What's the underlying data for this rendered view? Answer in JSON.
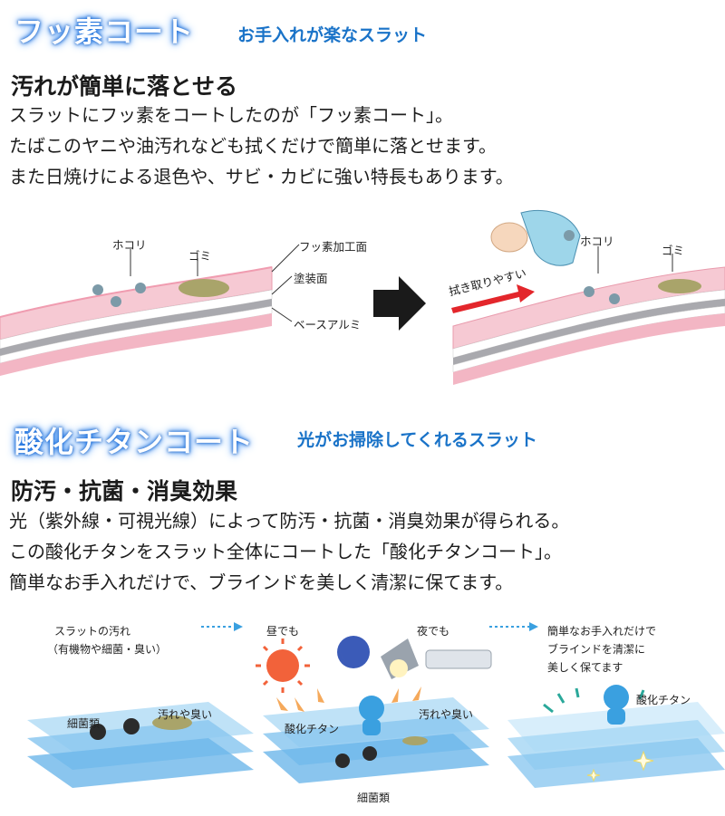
{
  "section1": {
    "heading": "フッ素コート",
    "tagline": "お手入れが楽なスラット",
    "subheading": "汚れが簡単に落とせる",
    "lines": [
      "スラットにフッ素をコートしたのが「フッ素コート」。",
      "たばこのヤニや油汚れなども拭くだけで簡単に落とせます。",
      "また日焼けによる退色や、サビ・カビに強い特長もあります。"
    ],
    "diagram": {
      "hokori": "ホコリ",
      "gomi": "ゴミ",
      "layer_top": "フッ素加工面",
      "layer_mid": "塗装面",
      "layer_base": "ベースアルミ",
      "wipe": "拭き取りやすい",
      "hokori2": "ホコリ",
      "gomi2": "ゴミ"
    }
  },
  "section2": {
    "heading": "酸化チタンコート",
    "tagline": "光がお掃除してくれるスラット",
    "subheading": "防汚・抗菌・消臭効果",
    "lines": [
      "光（紫外線・可視光線）によって防汚・抗菌・消臭効果が得られる。",
      "この酸化チタンをスラット全体にコートした「酸化チタンコート」。",
      "簡単なお手入れだけで、ブラインドを美しく清潔に保てます。"
    ],
    "diagram": {
      "step1_line1": "スラットの汚れ",
      "step1_line2": "（有機物や細菌・臭い）",
      "germs": "細菌類",
      "dirt_smell": "汚れや臭い",
      "daytime": "昼でも",
      "night": "夜でも",
      "tio2": "酸化チタン",
      "dirt_smell2": "汚れや臭い",
      "germs2": "細菌類",
      "step3_line1": "簡単なお手入れだけで",
      "step3_line2": "ブラインドを清潔に",
      "step3_line3": "美しく保てます",
      "tio3": "酸化チタン"
    }
  },
  "colors": {
    "heading_glow": "#2a8bff",
    "tagline": "#1a73c8",
    "slat_pink": "#f3b6c4",
    "slat_gray": "#9a9aa0",
    "arrow_red": "#e3262b",
    "slat_blue": "#8cc8f0"
  }
}
